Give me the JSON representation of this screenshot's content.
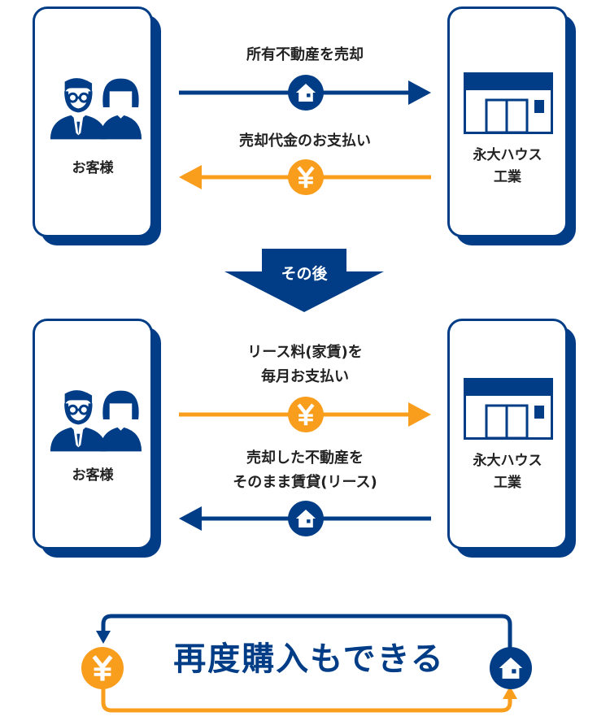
{
  "colors": {
    "navy": "#003d86",
    "orange": "#f99d1c",
    "text": "#222222"
  },
  "section1": {
    "customer": {
      "label": "お客様",
      "icon": "people-icon"
    },
    "company": {
      "label_line1": "永大ハウス",
      "label_line2": "工業",
      "icon": "building-icon"
    },
    "flow_top": {
      "label": "所有不動産を売却",
      "icon": "house-icon",
      "direction": "right"
    },
    "flow_bottom": {
      "label": "売却代金のお支払い",
      "icon": "yen-icon",
      "direction": "left"
    }
  },
  "transition": {
    "label": "その後"
  },
  "section2": {
    "customer": {
      "label": "お客様",
      "icon": "people-icon"
    },
    "company": {
      "label_line1": "永大ハウス",
      "label_line2": "工業",
      "icon": "building-icon"
    },
    "flow_top": {
      "label_line1": "リース料(家賃)を",
      "label_line2": "毎月お支払い",
      "icon": "yen-icon",
      "direction": "right"
    },
    "flow_bottom": {
      "label_line1": "売却した不動産を",
      "label_line2": "そのまま賃貸(リース)",
      "icon": "house-icon",
      "direction": "left"
    }
  },
  "repurchase": {
    "label": "再度購入もできる",
    "left_icon": "yen-icon",
    "right_icon": "house-icon"
  }
}
